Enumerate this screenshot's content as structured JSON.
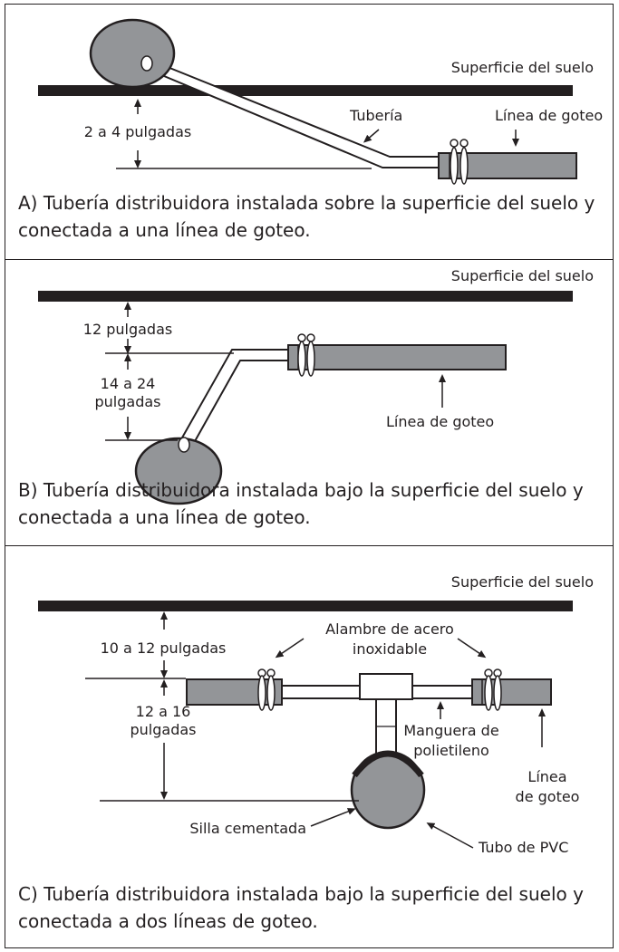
{
  "panel_a": {
    "surface_label": "Superficie del suelo",
    "depth_label": "2 a 4 pulgadas",
    "pipe_label": "Tubería",
    "drip_label": "Línea de goteo",
    "caption": "A) Tubería distribuidora instalada sobre la superficie del suelo y conectada a una línea de goteo."
  },
  "panel_b": {
    "surface_label": "Superficie del suelo",
    "depth_top_label": "12 pulgadas",
    "depth_bottom_line1": "14 a 24",
    "depth_bottom_line2": "pulgadas",
    "drip_label": "Línea de goteo",
    "caption": "B) Tubería distribuidora instalada bajo la superficie del suelo y conectada a una línea de goteo."
  },
  "panel_c": {
    "surface_label": "Superficie del suelo",
    "depth_top_label": "10 a 12 pulgadas",
    "depth_bottom_line1": "12 a 16",
    "depth_bottom_line2": "pulgadas",
    "wire_line1": "Alambre de acero",
    "wire_line2": "inoxidable",
    "hose_line1": "Manguera de",
    "hose_line2": "polietileno",
    "drip_line1": "Línea",
    "drip_line2": "de goteo",
    "saddle_label": "Silla cementada",
    "pvc_label": "Tubo de PVC",
    "caption": "C) Tubería distribuidora instalada bajo la superficie del suelo y conectada a dos líneas de goteo."
  },
  "colors": {
    "ink": "#231f20",
    "pipe_fill": "#939598",
    "background": "#ffffff"
  }
}
